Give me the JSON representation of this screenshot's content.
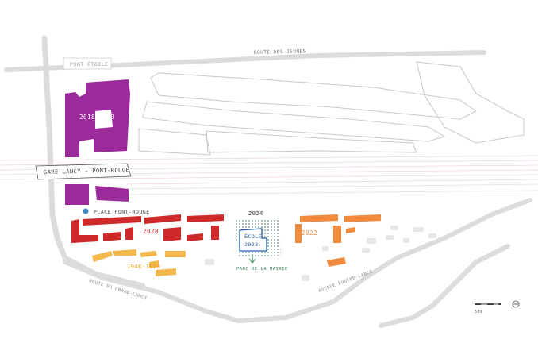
{
  "map": {
    "streets": {
      "route_des_jeunes": "ROUTE DES JEUNES",
      "pont_etoile": "PONT ÉTOILE",
      "route_grand_lancy": "ROUTE DU GRAND-LANCY",
      "avenue_eugene_lance": "AVENUE EUGÈNE-LANCE"
    },
    "station": "GARE LANCY - PONT-ROUGE",
    "place": "PLACE PONT-ROUGE",
    "phases": {
      "p2018": "2018-2023",
      "p2020": "2020",
      "p2022": "2022",
      "p1946": "1946-1960",
      "p2024": "2024"
    },
    "school": {
      "line1": "ÉCOLE",
      "line2": "2023"
    },
    "park": "PARC DE LA MAIRIE",
    "scale": "50m",
    "colors": {
      "purple": "#9b2a9b",
      "red": "#cf2a2a",
      "orange": "#f08a3c",
      "yellow": "#f2b84b",
      "blue": "#3a86c8",
      "green": "#2e7d4f",
      "road": "#dcdcdc"
    }
  }
}
